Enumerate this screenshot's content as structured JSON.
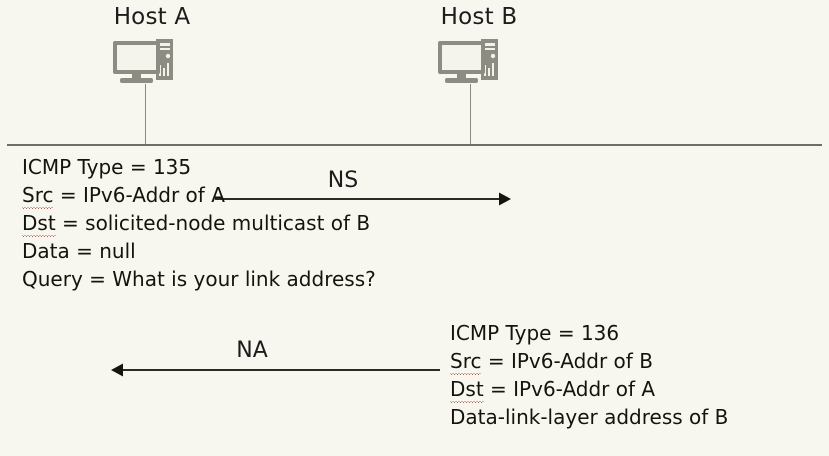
{
  "diagram": {
    "title": "IPv6 Neighbor Discovery - Neighbor Solicitation and Neighbor Advertisement",
    "background_color": "#f7f7ef",
    "line_color": "#6e6e63",
    "text_color": "#14140f",
    "icon_color": "#8c8c82"
  },
  "hosts": [
    {
      "id": "host-a",
      "label": "Host A",
      "icon": "computer-icon"
    },
    {
      "id": "host-b",
      "label": "Host B",
      "icon": "computer-icon"
    }
  ],
  "messages": [
    {
      "id": "ns",
      "label": "NS",
      "direction": "left-to-right",
      "packet": {
        "lines": [
          {
            "text": "ICMP Type = 135",
            "misspelled_prefix": null
          },
          {
            "text": "Src = IPv6-Addr of A",
            "misspelled_prefix": "Src"
          },
          {
            "text": "Dst = solicited-node multicast of B",
            "misspelled_prefix": "Dst"
          },
          {
            "text": "Data = null",
            "misspelled_prefix": null
          },
          {
            "text": "Query = What is your link address?",
            "misspelled_prefix": null
          }
        ]
      }
    },
    {
      "id": "na",
      "label": "NA",
      "direction": "right-to-left",
      "packet": {
        "lines": [
          {
            "text": "ICMP Type = 136",
            "misspelled_prefix": null
          },
          {
            "text": "Src = IPv6-Addr of B",
            "misspelled_prefix": "Src"
          },
          {
            "text": "Dst = IPv6-Addr of A",
            "misspelled_prefix": "Dst"
          },
          {
            "text": "Data-link-layer address of B",
            "misspelled_prefix": null
          }
        ]
      }
    }
  ],
  "packet_ns": {
    "line_0": "ICMP Type = 135",
    "line_1_key": "Src",
    "line_1_rest": " = IPv6-Addr of A",
    "line_2_key": "Dst",
    "line_2_rest": " = solicited-node multicast of B",
    "line_3": "Data = null",
    "line_4": "Query = What is your link address?"
  },
  "packet_na": {
    "line_0": "ICMP Type = 136",
    "line_1_key": "Src",
    "line_1_rest": " = IPv6-Addr of B",
    "line_2_key": "Dst",
    "line_2_rest": " = IPv6-Addr of A",
    "line_3": "Data-link-layer address of B"
  }
}
